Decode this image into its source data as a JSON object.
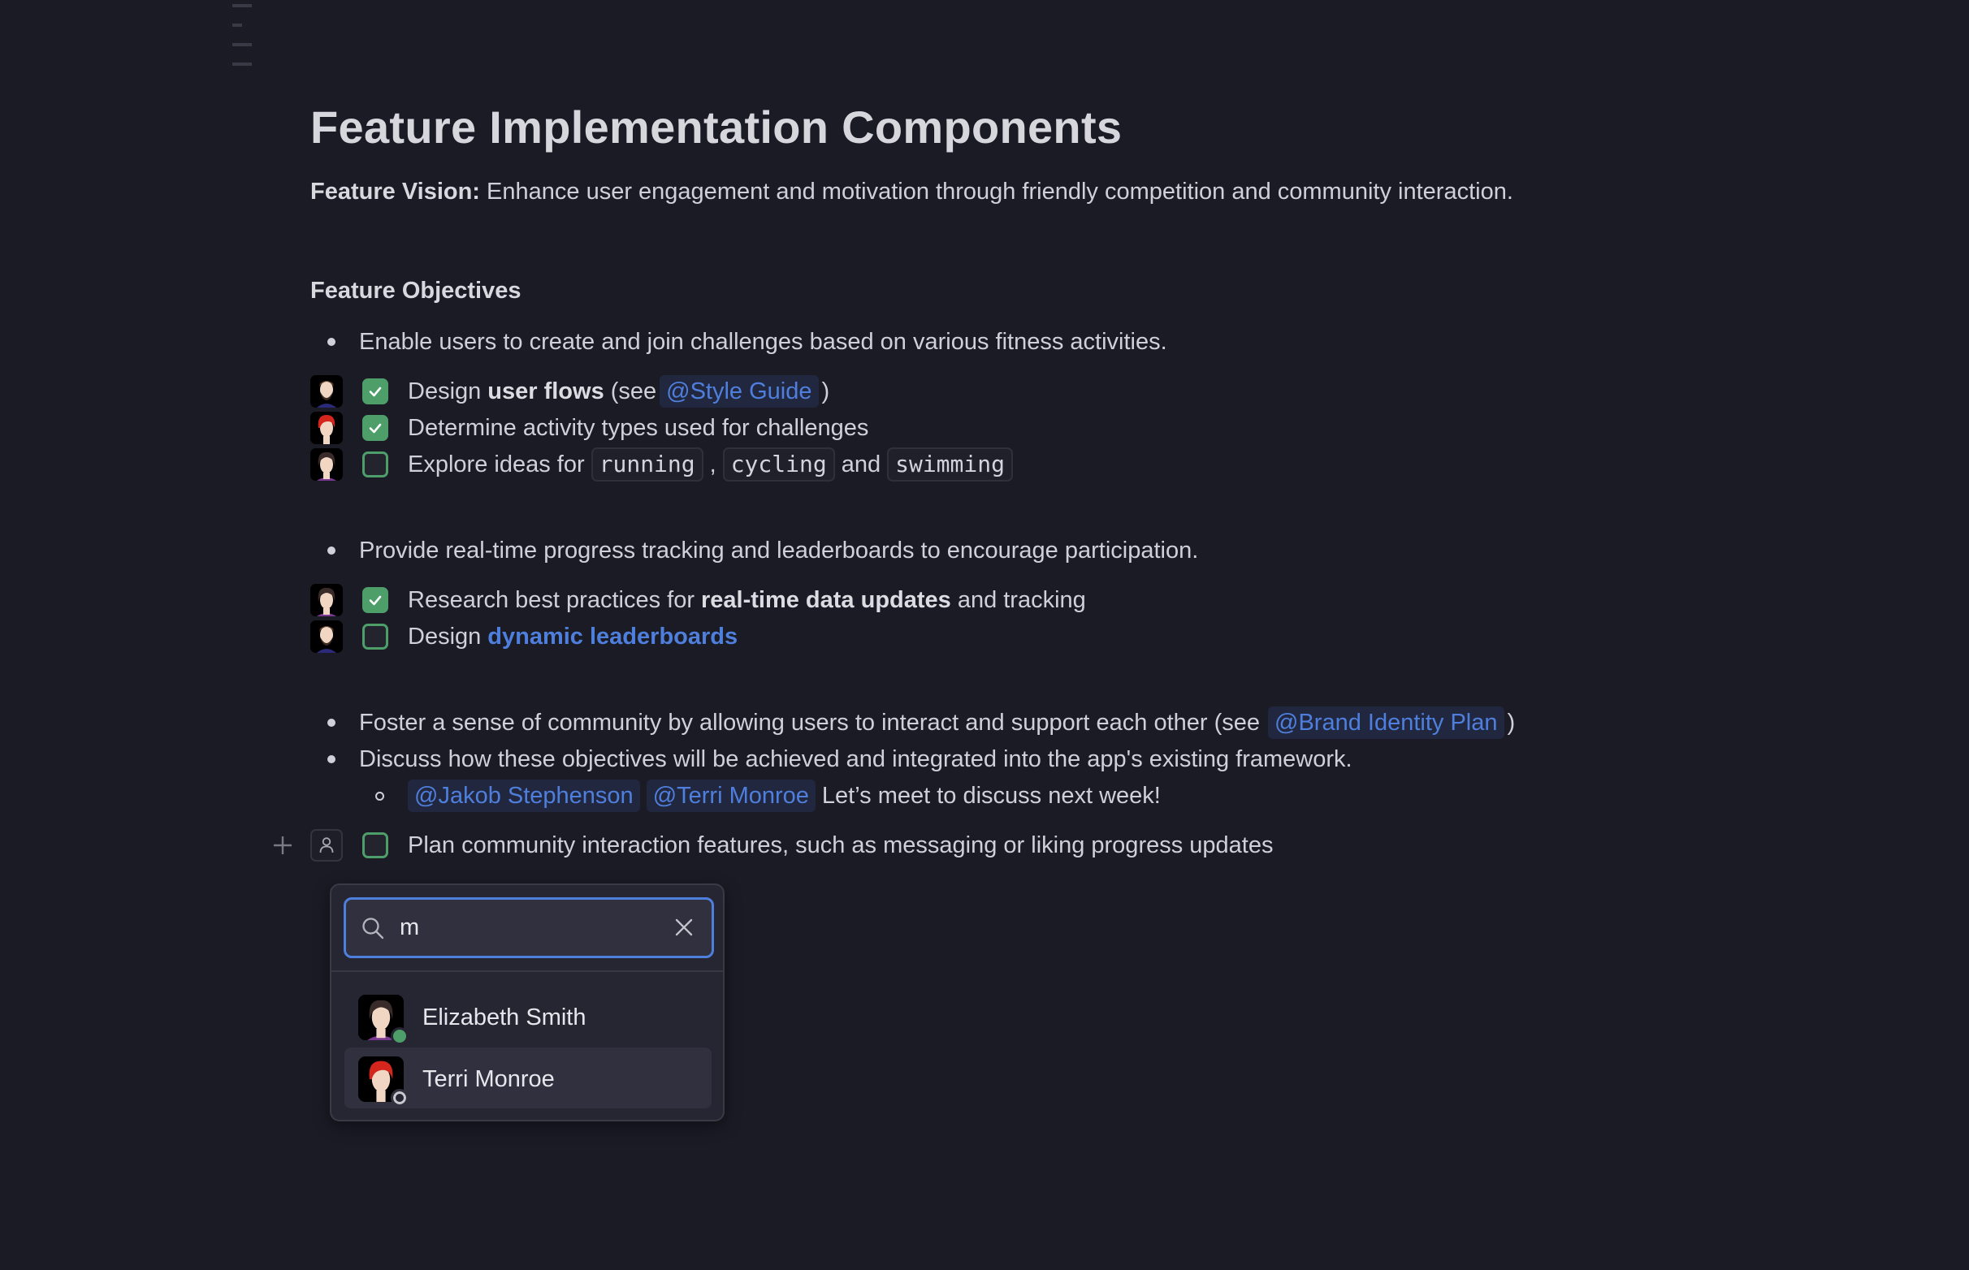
{
  "outline": {
    "line_count": 4
  },
  "document": {
    "title": "Feature Implementation Components",
    "vision": {
      "label": "Feature Vision:",
      "text": "Enhance user engagement and motivation through friendly competition and community interaction."
    },
    "objectives_heading": "Feature Objectives",
    "objective_1": {
      "text": "Enable users to create and join challenges based on various fitness activities.",
      "tasks": [
        {
          "assignee": "Jakob Stephenson",
          "checked": true,
          "pre": "Design",
          "bold": "user flows",
          "mid": "(see",
          "mention": "@Style Guide",
          "post": ")"
        },
        {
          "assignee": "Terri Monroe",
          "checked": true,
          "text": "Determine activity types used for challenges"
        },
        {
          "assignee": "Elizabeth Smith",
          "checked": false,
          "pre": "Explore ideas for",
          "code": [
            "running",
            "cycling",
            "swimming"
          ],
          "sep1": ",",
          "sep2": "and"
        }
      ]
    },
    "objective_2": {
      "text": "Provide real-time progress tracking and leaderboards to encourage participation.",
      "tasks": [
        {
          "assignee": "Elizabeth Smith",
          "checked": true,
          "pre": "Research best practices for",
          "bold": "real-time data updates",
          "post": "and tracking"
        },
        {
          "assignee": "Jakob Stephenson",
          "checked": false,
          "pre": "Design",
          "link": "dynamic leaderboards"
        }
      ]
    },
    "objective_3": {
      "text": "Foster a sense of community by allowing users to interact and support each other (see",
      "mention": "@Brand Identity Plan",
      "post": ")"
    },
    "objective_4": {
      "text": "Discuss how these objectives will be achieved and integrated into the app's existing framework.",
      "sub": {
        "mentions": [
          "@Jakob Stephenson",
          "@Terri Monroe"
        ],
        "text": "Let’s meet to discuss next week!"
      }
    },
    "pending_task": {
      "checked": false,
      "text": "Plan community interaction features, such as messaging or liking progress updates"
    }
  },
  "assignee_picker": {
    "search_value": "m",
    "options": [
      {
        "name": "Elizabeth Smith",
        "status": "online"
      },
      {
        "name": "Terri Monroe",
        "status": "offline",
        "hovered": true
      }
    ]
  },
  "colors": {
    "background": "#1b1b26",
    "text": "#d0d0d8",
    "accent_link": "#4f7fdc",
    "checkbox_green": "#4e9e6a",
    "popup_bg": "#262633",
    "focus_border": "#4f7fdc"
  }
}
